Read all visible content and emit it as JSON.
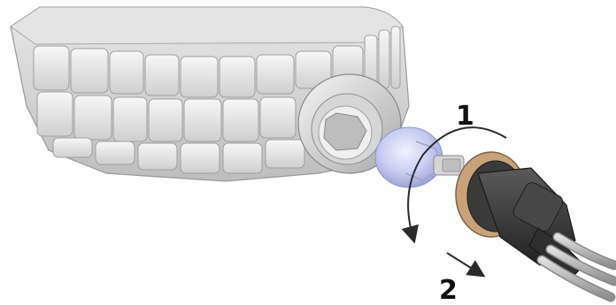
{
  "steps": [
    {
      "label": "1",
      "action": "rotate-counterclockwise"
    },
    {
      "label": "2",
      "action": "pull-out"
    }
  ],
  "colors": {
    "housing_light": "#f2f2f2",
    "housing_mid": "#d9d9d9",
    "housing_dark": "#9c9c9c",
    "bulb_glass": "#c9cdf2",
    "gasket": "#c8a27a",
    "socket_body": "#3f3f3f",
    "cable": "#b5b5b5",
    "arrow": "#2b2b2b"
  },
  "icons": [
    "rotation-arrow-icon",
    "pull-arrow-icon"
  ]
}
